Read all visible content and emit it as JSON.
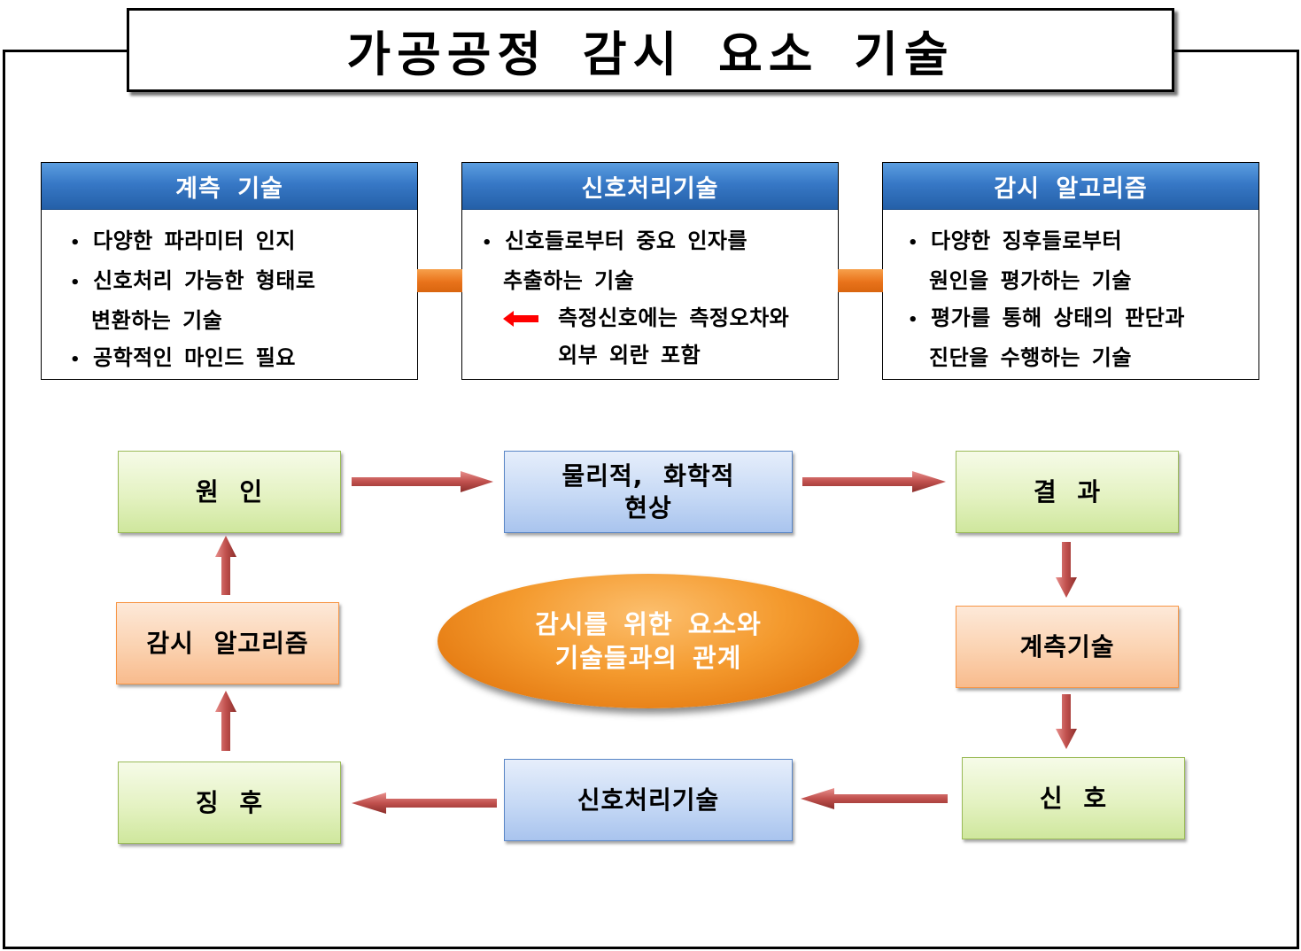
{
  "title": "가공공정 감시 요소 기술",
  "panels": [
    {
      "heading": "계측 기술",
      "lines": [
        "다양한 파라미터 인지",
        "신호처리 가능한 형태로",
        "변환하는 기술",
        "공학적인 마인드 필요"
      ]
    },
    {
      "heading": "신호처리기술",
      "lines": [
        "신호들로부터 중요 인자를",
        "추출하는 기술",
        "측정신호에는 측정오차와",
        "외부 외란 포함"
      ]
    },
    {
      "heading": "감시 알고리즘",
      "lines": [
        "다양한 징후들로부터",
        "원인을 평가하는 기술",
        "평가를 통해 상태의 판단과",
        "진단을 수행하는 기술"
      ]
    }
  ],
  "bullet": "•",
  "nodes": {
    "cause": "원 인",
    "phenomenon_line1": "물리적, 화학적",
    "phenomenon_line2": "현상",
    "result": "결 과",
    "measurement": "계측기술",
    "signal": "신 호",
    "signal_processing": "신호처리기술",
    "symptom": "징 후",
    "monitoring_algorithm": "감시 알고리즘"
  },
  "center": {
    "line1": "감시를 위한 요소와",
    "line2": "기술들과의 관계"
  },
  "colors": {
    "panel_header": "#3778c6",
    "connector": "#e9731b",
    "arrow": "#c0504d",
    "node_green": "#e4f2c2",
    "node_blue": "#c6d9f5",
    "node_orange": "#fbd2b0",
    "ellipse": "#f49a2e"
  },
  "icons": [
    "red-left-arrow-icon"
  ]
}
